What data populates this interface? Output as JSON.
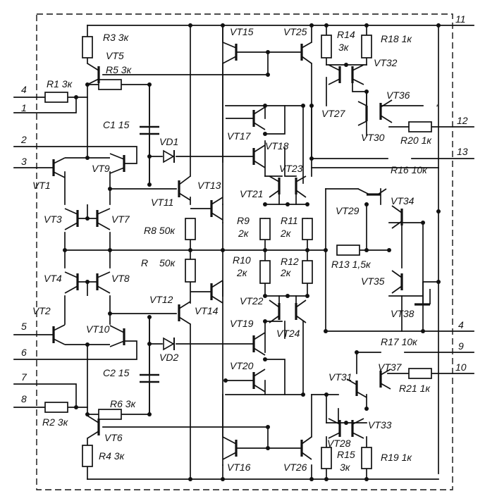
{
  "pins": {
    "p1": "1",
    "p2": "2",
    "p3": "3",
    "p4": "4",
    "p5": "5",
    "p6": "6",
    "p7": "7",
    "p8": "8",
    "p9": "9",
    "p10": "10",
    "p11": "11",
    "p12": "12",
    "p13": "13",
    "p4r": "4"
  },
  "transistors": {
    "vt1": "VT1",
    "vt2": "VT2",
    "vt3": "VT3",
    "vt4": "VT4",
    "vt5": "VT5",
    "vt6": "VT6",
    "vt7": "VT7",
    "vt8": "VT8",
    "vt9": "VT9",
    "vt10": "VT10",
    "vt11": "VT11",
    "vt12": "VT12",
    "vt13": "VT13",
    "vt14": "VT14",
    "vt15": "VT15",
    "vt16": "VT16",
    "vt17": "VT17",
    "vt18": "VT18",
    "vt19": "VT19",
    "vt20": "VT20",
    "vt21": "VT21",
    "vt22": "VT22",
    "vt23": "VT23",
    "vt24": "VT24",
    "vt25": "VT25",
    "vt26": "VT26",
    "vt27": "VT27",
    "vt28": "VT28",
    "vt29": "VT29",
    "vt30": "VT30",
    "vt31": "VT31",
    "vt32": "VT32",
    "vt33": "VT33",
    "vt34": "VT34",
    "vt35": "VT35",
    "vt36": "VT36",
    "vt37": "VT37",
    "vt38": "VT38"
  },
  "resistors": {
    "r1": "R1 3к",
    "r2": "R2 3к",
    "r3": "R3 3к",
    "r4": "R4 3к",
    "r5": "R5 3к",
    "r6": "R6 3к",
    "r8": "R8 50к",
    "r_plain": "R",
    "r_plain_val": "50к",
    "r9_name": "R9",
    "r9_val": "2к",
    "r10_name": "R10",
    "r10_val": "2к",
    "r11_name": "R11",
    "r11_val": "2к",
    "r12_name": "R12",
    "r12_val": "2к",
    "r13": "R13 1,5к",
    "r14_name": "R14",
    "r14_val": "3к",
    "r15_name": "R15",
    "r15_val": "3к",
    "r16": "R16 10к",
    "r17": "R17 10к",
    "r18": "R18 1к",
    "r19": "R19 1к",
    "r20": "R20 1к",
    "r21": "R21 1к"
  },
  "capacitors": {
    "c1": "C1 15",
    "c2": "C2 15"
  },
  "diodes": {
    "vd1": "VD1",
    "vd2": "VD2"
  },
  "marks": {
    "tick": "'"
  }
}
